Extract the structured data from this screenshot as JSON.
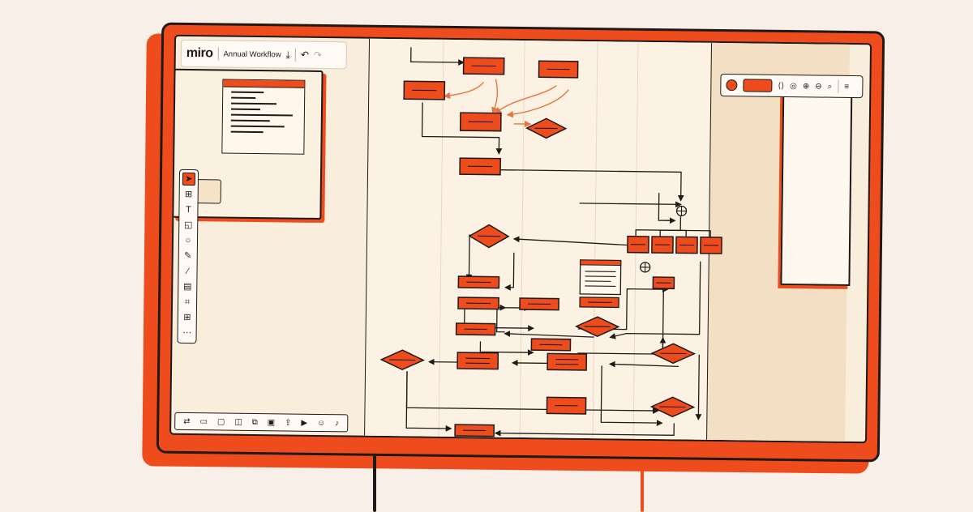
{
  "app": {
    "logo": "miro",
    "board_title": "Annual Workflow"
  },
  "icons": {
    "export": "download-icon",
    "undo": "undo-icon",
    "redo": "redo-icon"
  },
  "toolbar_tools": [
    "select-tool",
    "frame-tool",
    "text-tool",
    "sticky-note-tool",
    "shape-tool",
    "pen-tool",
    "marker-tool",
    "card-tool",
    "crop-tool",
    "grid-tool",
    "more-tools"
  ],
  "colors": {
    "accent": "#ee4c1d",
    "ink": "#1f1a17",
    "paper": "#f9eddc"
  }
}
